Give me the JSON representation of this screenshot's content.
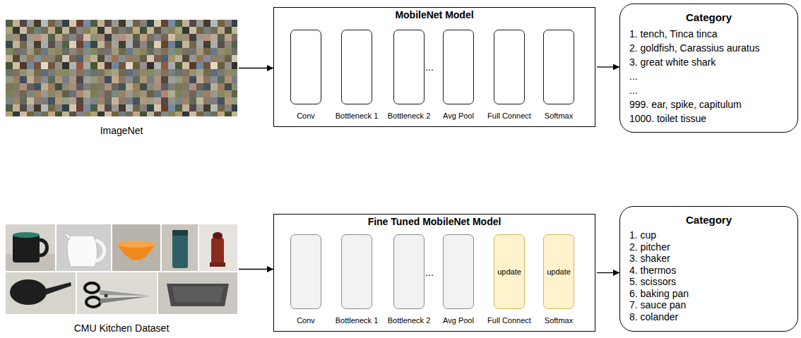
{
  "diagram": {
    "nodes": [
      {
        "text": [
          "ImageNet"
        ]
      },
      {
        "text": [
          "MobileNet Model"
        ]
      },
      {
        "text": [
          "Conv"
        ],
        "in": 1
      },
      {
        "text": [
          "Bottleneck 1"
        ],
        "in": 1
      },
      {
        "text": [
          "Bottleneck 2"
        ],
        "in": 1
      },
      {
        "text": [
          "Avg Pool"
        ],
        "in": 1
      },
      {
        "text": [
          "Full Connect"
        ],
        "in": 1
      },
      {
        "text": [
          "Softmax"
        ],
        "in": 1
      },
      {
        "text": [
          "Category",
          "1. tench, Tinca tinca",
          "2. goldfish, Carassius auratus",
          "3. great white shark",
          "...",
          "...",
          "999. ear, spike, capitulum",
          "1000. toilet tissue"
        ]
      },
      {
        "text": [
          "CMU Kitchen Dataset"
        ]
      },
      {
        "text": [
          "Fine Tuned MobileNet Model"
        ]
      },
      {
        "text": [
          "Conv"
        ],
        "in": 10
      },
      {
        "text": [
          "Bottleneck 1"
        ],
        "in": 10
      },
      {
        "text": [
          "Bottleneck 2"
        ],
        "in": 10
      },
      {
        "text": [
          "Avg Pool"
        ],
        "in": 10
      },
      {
        "text": [
          "update",
          "Full Connect"
        ],
        "in": 10
      },
      {
        "text": [
          "update",
          "Softmax"
        ],
        "in": 10
      },
      {
        "text": [
          "Category",
          "1. cup",
          "2. pitcher",
          "3. shaker",
          "4. thermos",
          "5. scissors",
          "6. baking pan",
          "7. sauce pan",
          "8. colander"
        ]
      }
    ],
    "edges": [
      {
        "from": 0,
        "to": 1,
        "arrow": "to"
      },
      {
        "from": 1,
        "to": 8,
        "arrow": "to"
      },
      {
        "from": 9,
        "to": 10,
        "arrow": "to"
      },
      {
        "from": 10,
        "to": 17,
        "arrow": "to"
      }
    ],
    "labels": [
      "...",
      "..."
    ]
  }
}
